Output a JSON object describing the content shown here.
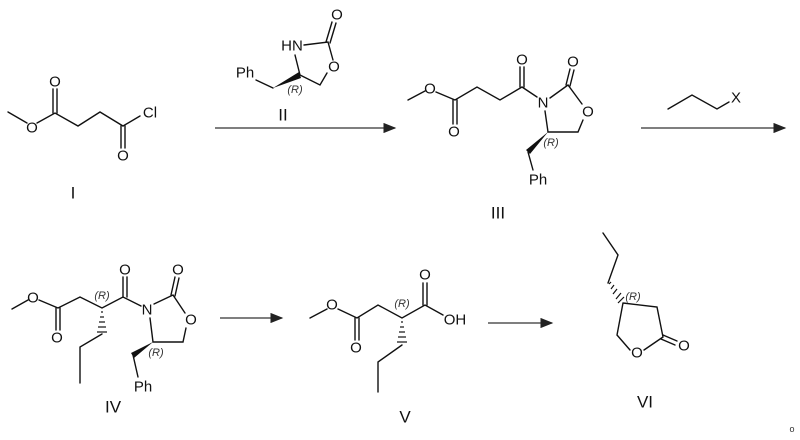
{
  "compounds": {
    "I": {
      "label": "I",
      "atoms": {
        "o_carbonyl": "O",
        "o_ester": "O",
        "cl": "Cl",
        "o_acyl": "O"
      }
    },
    "II": {
      "label": "II",
      "atoms": {
        "nh": "HN",
        "o_carbonyl": "O",
        "o_ring": "O",
        "ph": "Ph"
      },
      "stereo": "(R)"
    },
    "III": {
      "label": "III",
      "atoms": {
        "o_ester": "O",
        "o_ester_co": "O",
        "o_acyl": "O",
        "n": "N",
        "o_carbonyl": "O",
        "o_ring": "O",
        "ph": "Ph"
      },
      "stereo": "(R)"
    },
    "reagent": {
      "atoms": {
        "x": "X"
      }
    },
    "IV": {
      "label": "IV",
      "atoms": {
        "o_ester": "O",
        "o_ester_co": "O",
        "o_acyl": "O",
        "n": "N",
        "o_carbonyl": "O",
        "o_ring": "O",
        "ph": "Ph"
      },
      "stereo_1": "(R)",
      "stereo_2": "(R)"
    },
    "V": {
      "label": "V",
      "atoms": {
        "o_ester": "O",
        "o_ester_co": "O",
        "o_acid": "O",
        "oh": "OH"
      },
      "stereo": "(R)"
    },
    "VI": {
      "label": "VI",
      "atoms": {
        "o_ring": "O",
        "o_exo": "O"
      },
      "stereo": "(R)"
    }
  },
  "trailing_mark": "o"
}
